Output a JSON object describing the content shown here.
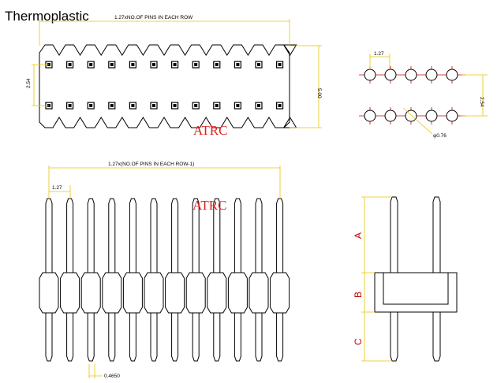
{
  "title": "Thermoplastic",
  "watermark": "ATRC",
  "top_view": {
    "length_label": "1.27xNO.OF PINS IN EACH ROW",
    "height_label": "5.00",
    "row_pitch_label": "2.54"
  },
  "hole_pattern": {
    "pitch_label": "1.27",
    "row_pitch_label": "2.54",
    "diameter_label": "φ0.76"
  },
  "front_view": {
    "span_label": "1.27x(NO.OF PINS IN EACH ROW-1)",
    "pitch_label": "1.27",
    "pin_width_label": "0.4650"
  },
  "side_view": {
    "section_a": "A",
    "section_b": "B",
    "section_c": "C"
  },
  "colors": {
    "outline": "#000000",
    "dimension": "#e8c400",
    "accent": "#d00000",
    "watermark": "#e02020"
  }
}
